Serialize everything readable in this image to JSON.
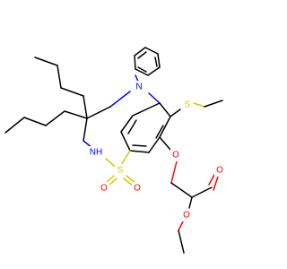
{
  "molecule": {
    "atoms": {
      "n_ring": "N",
      "nh": "NH",
      "s_sulfonyl": "S",
      "o_sulfonyl_left": "O",
      "o_sulfonyl_right": "O",
      "s_thioether": "S",
      "o_ether": "O",
      "o_carbonyl": "O",
      "o_ester": "O"
    },
    "colors": {
      "carbon": "#000000",
      "nitrogen": "#0000ff",
      "oxygen": "#ff0000",
      "sulfur": "#cccc00"
    }
  }
}
